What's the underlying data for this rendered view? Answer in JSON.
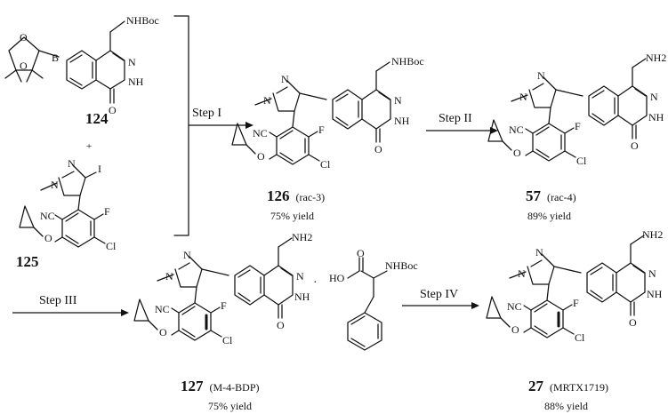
{
  "scheme": {
    "compounds": {
      "c124": {
        "number": "124",
        "groups": {
          "amine": "NHBoc",
          "nh": "NH",
          "n": "N",
          "o": "O",
          "b": "B",
          "bo1": "O",
          "bo2": "O"
        }
      },
      "plus": "+",
      "c125": {
        "number": "125",
        "groups": {
          "n1": "N",
          "n2": "N",
          "iodo": "I",
          "nitrile": "NC",
          "fluoro": "F",
          "chloro": "Cl",
          "ether": "O"
        }
      },
      "c126": {
        "number": "126",
        "descriptor": "(rac-3)",
        "yield": "75% yield",
        "groups": {
          "amine": "NHBoc",
          "n1": "N",
          "n2": "N",
          "nh": "NH",
          "n": "N",
          "o": "O",
          "nitrile": "NC",
          "fluoro": "F",
          "chloro": "Cl",
          "ether": "O"
        }
      },
      "c57": {
        "number": "57",
        "descriptor": "(rac-4)",
        "yield": "89% yield",
        "groups": {
          "amine": "NH2",
          "n1": "N",
          "n2": "N",
          "nh": "NH",
          "n": "N",
          "o": "O",
          "nitrile": "NC",
          "fluoro": "F",
          "chloro": "Cl",
          "ether": "O"
        }
      },
      "c127": {
        "number": "127",
        "descriptor": "(M-4-BDP)",
        "yield": "75% yield",
        "groups": {
          "amine": "NH2",
          "n1": "N",
          "n2": "N",
          "nh": "NH",
          "n": "N",
          "o": "O",
          "nitrile": "NC",
          "fluoro": "F",
          "chloro": "Cl",
          "ether": "O"
        }
      },
      "salt": {
        "dot": "·",
        "groups": {
          "ho": "HO",
          "o": "O",
          "amine": "NHBoc"
        }
      },
      "c27": {
        "number": "27",
        "descriptor": "(MRTX1719)",
        "yield": "88% yield",
        "groups": {
          "amine": "NH2",
          "n1": "N",
          "n2": "N",
          "nh": "NH",
          "n": "N",
          "o": "O",
          "nitrile": "NC",
          "fluoro": "F",
          "chloro": "Cl",
          "ether": "O"
        }
      }
    },
    "steps": [
      "Step I",
      "Step II",
      "Step III",
      "Step IV"
    ]
  }
}
